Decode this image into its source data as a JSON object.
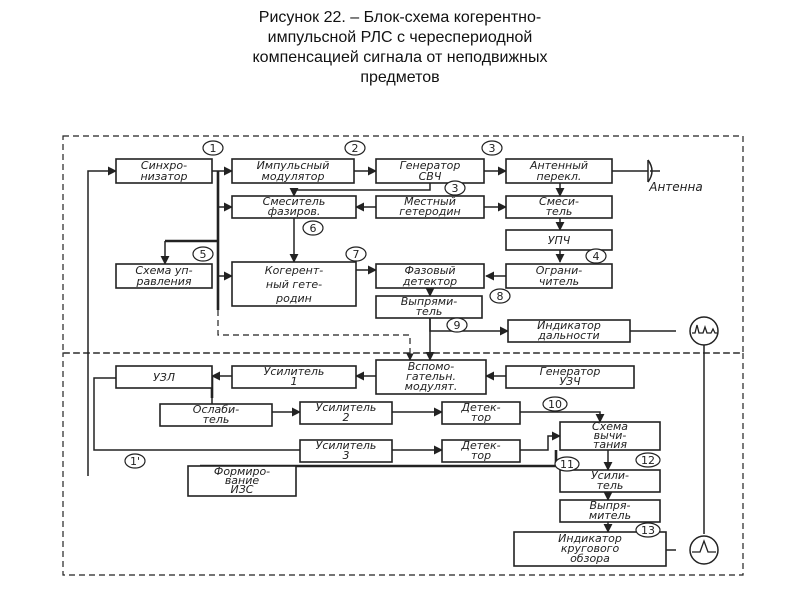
{
  "caption": {
    "lines": [
      "Рисунок 22.   – Блок-схема когерентно-",
      "импульсной РЛС с череспериодной",
      "компенсацией сигнала от неподвижных",
      "предметов"
    ]
  },
  "blocks": {
    "sync": [
      "Синхро-",
      "низатор"
    ],
    "pulse_mod": [
      "Импульсный",
      "модулятор"
    ],
    "gen_svch": [
      "Генератор",
      "СВЧ"
    ],
    "ant_switch": [
      "Антенный",
      "перекл."
    ],
    "phase_mixer": [
      "Смеситель",
      "фазиров."
    ],
    "local_osc": [
      "Местный",
      "гетеродин"
    ],
    "mixer": [
      "Смеси-",
      "тель"
    ],
    "upch": [
      "УПЧ"
    ],
    "control": [
      "Схема уп-",
      "равления"
    ],
    "coherent_osc": [
      "Когерент-",
      "ный гете-",
      "родин"
    ],
    "phase_det": [
      "Фазовый",
      "детектор"
    ],
    "limiter": [
      "Ограни-",
      "читель"
    ],
    "rectifier1": [
      "Выпрями-",
      "тель"
    ],
    "range_ind": [
      "Индикатор",
      "дальности"
    ],
    "udl": [
      "УЗЛ"
    ],
    "amp1": [
      "Усилитель",
      "1"
    ],
    "aux_mod": [
      "Вспомо-",
      "гательн.",
      "модулят."
    ],
    "gen_uzch": [
      "Генератор",
      "УЗЧ"
    ],
    "attenuator": [
      "Ослаби-",
      "тель"
    ],
    "amp2": [
      "Усилитель",
      "2"
    ],
    "det1": [
      "Детек-",
      "тор"
    ],
    "subtract": [
      "Схема",
      "вычи-",
      "тания"
    ],
    "amp3": [
      "Усилитель",
      "3"
    ],
    "det2": [
      "Детек-",
      "тор"
    ],
    "amp_out": [
      "Усили-",
      "тель"
    ],
    "formation": [
      "Формиро-",
      "вание",
      "ИЗС"
    ],
    "rectifier2": [
      "Выпря-",
      "митель"
    ],
    "ppi": [
      "Индикатор",
      "кругового",
      "обзора"
    ]
  },
  "labels": {
    "antenna": "Антенна",
    "n1": "1",
    "n2": "2",
    "n3a": "3",
    "n3b": "3",
    "n4": "4",
    "n5": "5",
    "n6": "6",
    "n7": "7",
    "n8": "8",
    "n9": "9",
    "n10": "10",
    "n11": "11",
    "n12": "12",
    "n13": "13",
    "n1p": "1'"
  }
}
